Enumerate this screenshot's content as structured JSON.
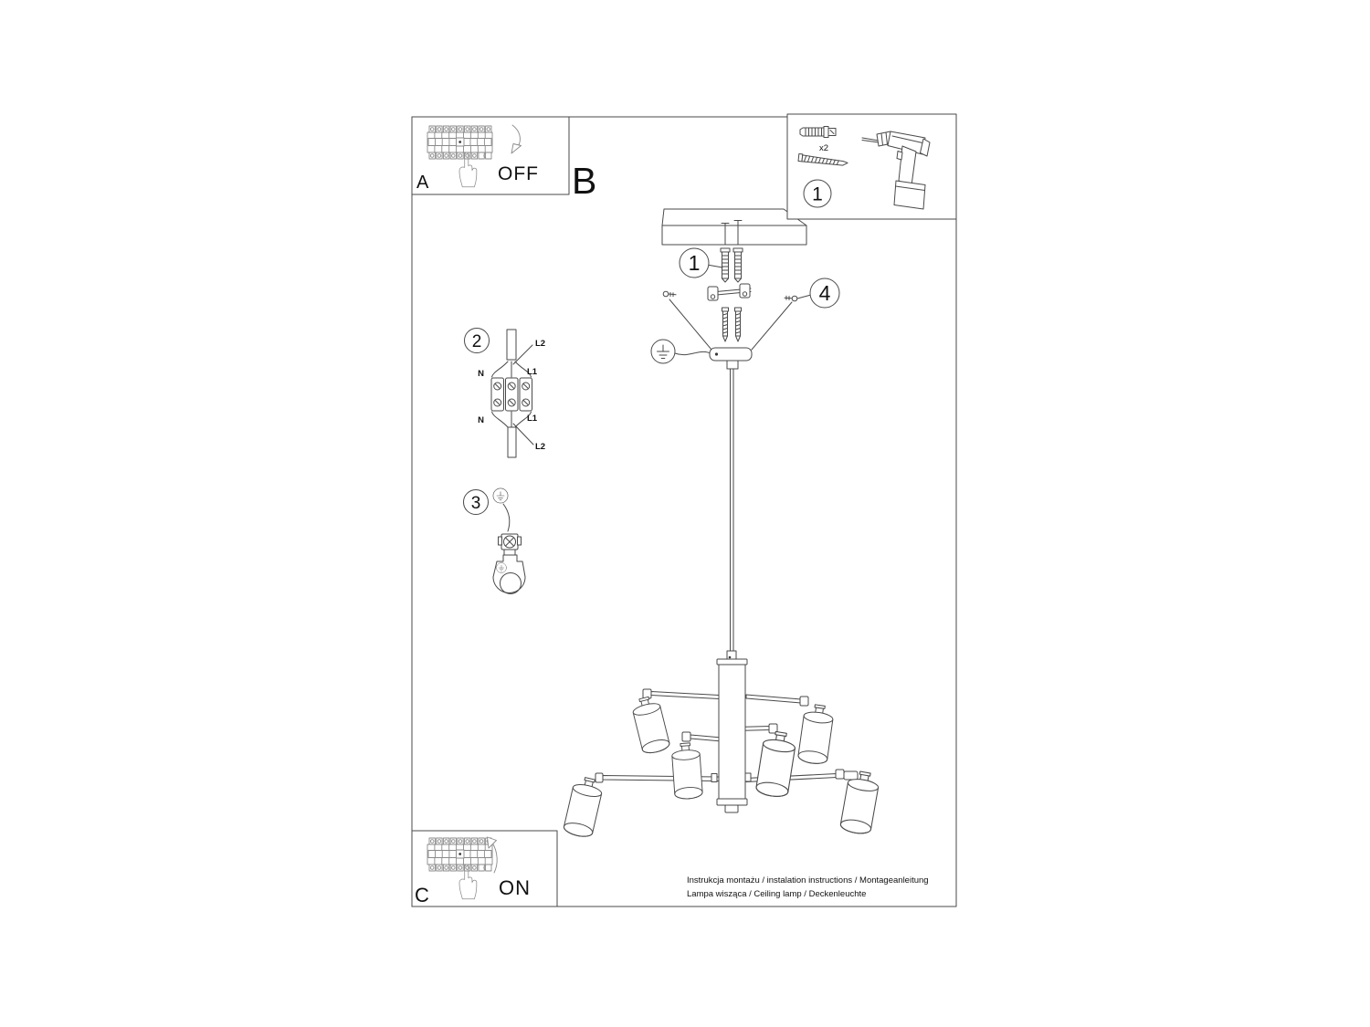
{
  "colors": {
    "ink": "#4a4a4a",
    "light_ink": "#8a8a8a",
    "text": "#111111",
    "background": "#ffffff"
  },
  "section_letter": "B",
  "panel_a": {
    "label": "A",
    "switch_state": "OFF"
  },
  "panel_c": {
    "label": "C",
    "switch_state": "ON"
  },
  "kit_panel": {
    "step": "1",
    "screw_quantity": "x2"
  },
  "wiring": {
    "step": "2",
    "top_cable_label": "L2",
    "top_left_label": "N",
    "top_right_label": "L1",
    "bottom_left_label": "N",
    "bottom_right_label": "L1",
    "bottom_cable_label": "L2"
  },
  "ground_step": {
    "step": "3"
  },
  "assembly": {
    "plugs_callout": "1",
    "screws_callout": "4"
  },
  "caption": {
    "line1": "Instrukcja montażu / instalation instructions / Montageanleitung",
    "line2": "Lampa wisząca / Ceiling lamp / Deckenleuchte"
  }
}
